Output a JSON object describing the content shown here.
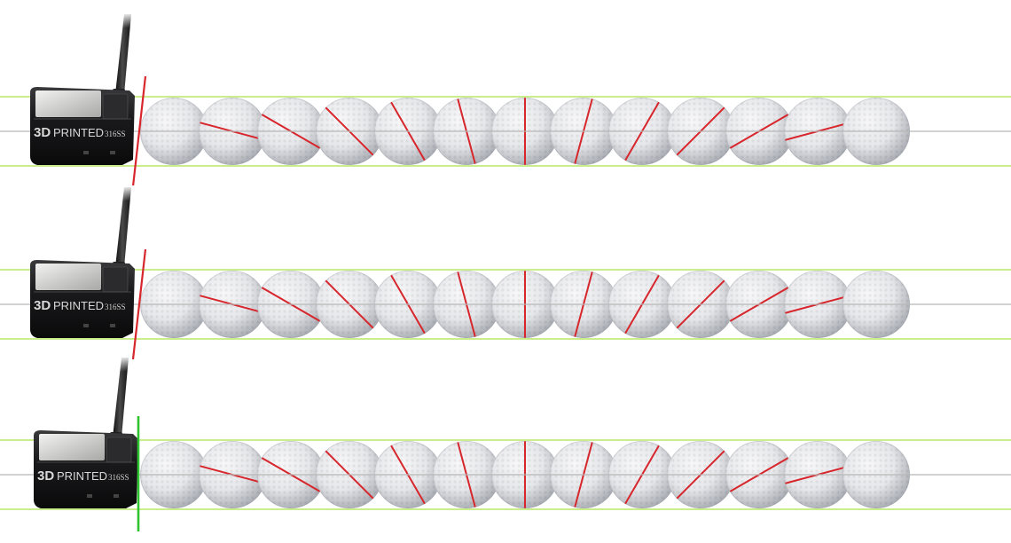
{
  "putter": {
    "logo_mark": "3D",
    "logo_word": "PRINTED",
    "logo_model": "316SS"
  },
  "colors": {
    "guide": "#b9e866",
    "centerline": "#b7b7b7",
    "spin_line": "#d7262c",
    "face_open": "#d7262c",
    "face_square": "#2fc42f",
    "ball_light": "#f7f7f9",
    "ball_dark": "#a9acb3",
    "head_dark": "#1d1d1f",
    "insert": "#d4d4d2"
  },
  "rows": [
    {
      "face_state": "open",
      "face_color_key": "face_open"
    },
    {
      "face_state": "open",
      "face_color_key": "face_open"
    },
    {
      "face_state": "square",
      "face_color_key": "face_square"
    }
  ],
  "balls": {
    "spin_angles_deg": [
      null,
      15,
      30,
      45,
      60,
      75,
      90,
      105,
      120,
      135,
      150,
      165,
      null
    ]
  }
}
